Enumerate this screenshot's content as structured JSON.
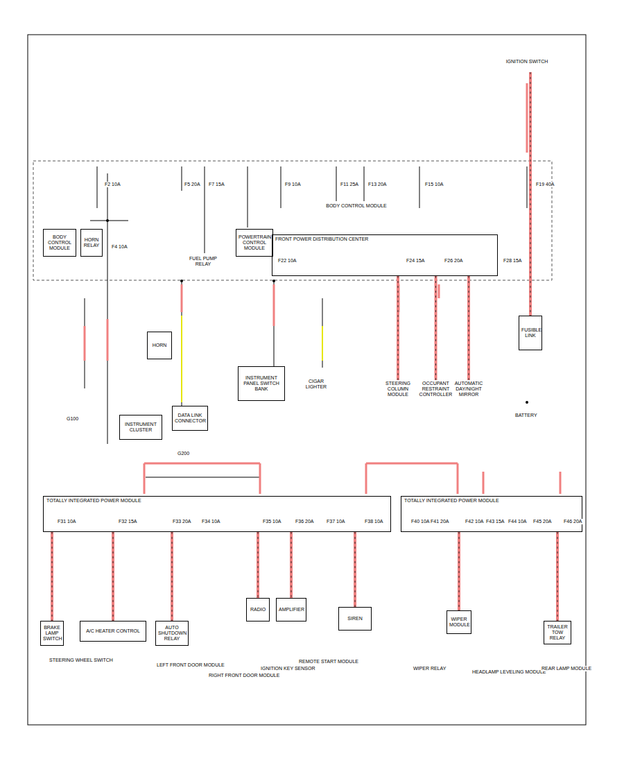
{
  "diagram": {
    "nodes": [
      {
        "text": [
          "BODY CONTROL MODULE"
        ]
      },
      {
        "text": [
          "HORN RELAY"
        ]
      },
      {
        "text": [
          "FUEL PUMP RELAY"
        ]
      },
      {
        "text": [
          "POWERTRAIN CONTROL MODULE"
        ]
      },
      {
        "text": [
          "BODY CONTROL MODULE"
        ]
      },
      {
        "text": [
          "FRONT POWER DISTRIBUTION CENTER"
        ]
      },
      {
        "text": [
          "IGNITION SWITCH"
        ]
      },
      {
        "text": [
          "FUSIBLE LINK"
        ]
      },
      {
        "text": [
          "HORN"
        ]
      },
      {
        "text": [
          "INSTRUMENT CLUSTER"
        ]
      },
      {
        "text": [
          "DATA LINK CONNECTOR"
        ]
      },
      {
        "text": [
          "INSTRUMENT PANEL SWITCH BANK"
        ]
      },
      {
        "text": [
          "CIGAR LIGHTER"
        ]
      },
      {
        "text": [
          "STEERING COLUMN MODULE"
        ]
      },
      {
        "text": [
          "OCCUPANT RESTRAINT CONTROLLER"
        ]
      },
      {
        "text": [
          "AUTOMATIC DAY/NIGHT MIRROR"
        ]
      },
      {
        "text": [
          "TOTALLY INTEGRATED POWER MODULE"
        ]
      },
      {
        "text": [
          "TOTALLY INTEGRATED POWER MODULE"
        ]
      },
      {
        "text": [
          "BRAKE LAMP SWITCH"
        ]
      },
      {
        "text": [
          "A/C HEATER CONTROL"
        ]
      },
      {
        "text": [
          "AUTO SHUTDOWN RELAY"
        ]
      },
      {
        "text": [
          "RADIO"
        ]
      },
      {
        "text": [
          "AMPLIFIER"
        ]
      },
      {
        "text": [
          "SIREN"
        ]
      },
      {
        "text": [
          "WIPER MODULE"
        ]
      },
      {
        "text": [
          "TRAILER TOW RELAY"
        ]
      }
    ],
    "edges": [
      {
        "from": 5,
        "to": 13,
        "arrow": "none"
      },
      {
        "from": 5,
        "to": 14,
        "arrow": "none"
      },
      {
        "from": 5,
        "to": 15,
        "arrow": "none"
      },
      {
        "from": 6,
        "to": 7,
        "arrow": "none"
      },
      {
        "from": 16,
        "to": 18,
        "arrow": "none"
      },
      {
        "from": 16,
        "to": 19,
        "arrow": "none"
      },
      {
        "from": 16,
        "to": 20,
        "arrow": "none"
      },
      {
        "from": 16,
        "to": 21,
        "arrow": "none"
      },
      {
        "from": 16,
        "to": 22,
        "arrow": "none"
      },
      {
        "from": 16,
        "to": 23,
        "arrow": "none"
      },
      {
        "from": 17,
        "to": 24,
        "arrow": "none"
      },
      {
        "from": 17,
        "to": 25,
        "arrow": "none"
      }
    ],
    "labels": [
      "F2 10A",
      "F5 20A",
      "F7 15A",
      "F9 10A",
      "F11 25A",
      "F13 20A",
      "F15 10A",
      "F19 40A",
      "F22 10A",
      "F24 15A",
      "F26 20A",
      "F28 15A",
      "F4 10A",
      "F31 10A",
      "F32 15A",
      "F33 20A",
      "F34 10A",
      "F35 10A",
      "F36 20A",
      "F37 10A",
      "F38 10A",
      "F40 10A",
      "F41 20A",
      "F42 10A",
      "F43 15A",
      "F44 10A",
      "F45 20A",
      "F46 20A",
      "STEERING WHEEL SWITCH",
      "LEFT FRONT DOOR MODULE",
      "RIGHT FRONT DOOR MODULE",
      "IGNITION KEY SENSOR",
      "REMOTE START MODULE",
      "WIPER RELAY",
      "HEADLAMP LEVELING MODULE",
      "REAR LAMP MODULE",
      "G100",
      "G200",
      "BATTERY"
    ]
  }
}
